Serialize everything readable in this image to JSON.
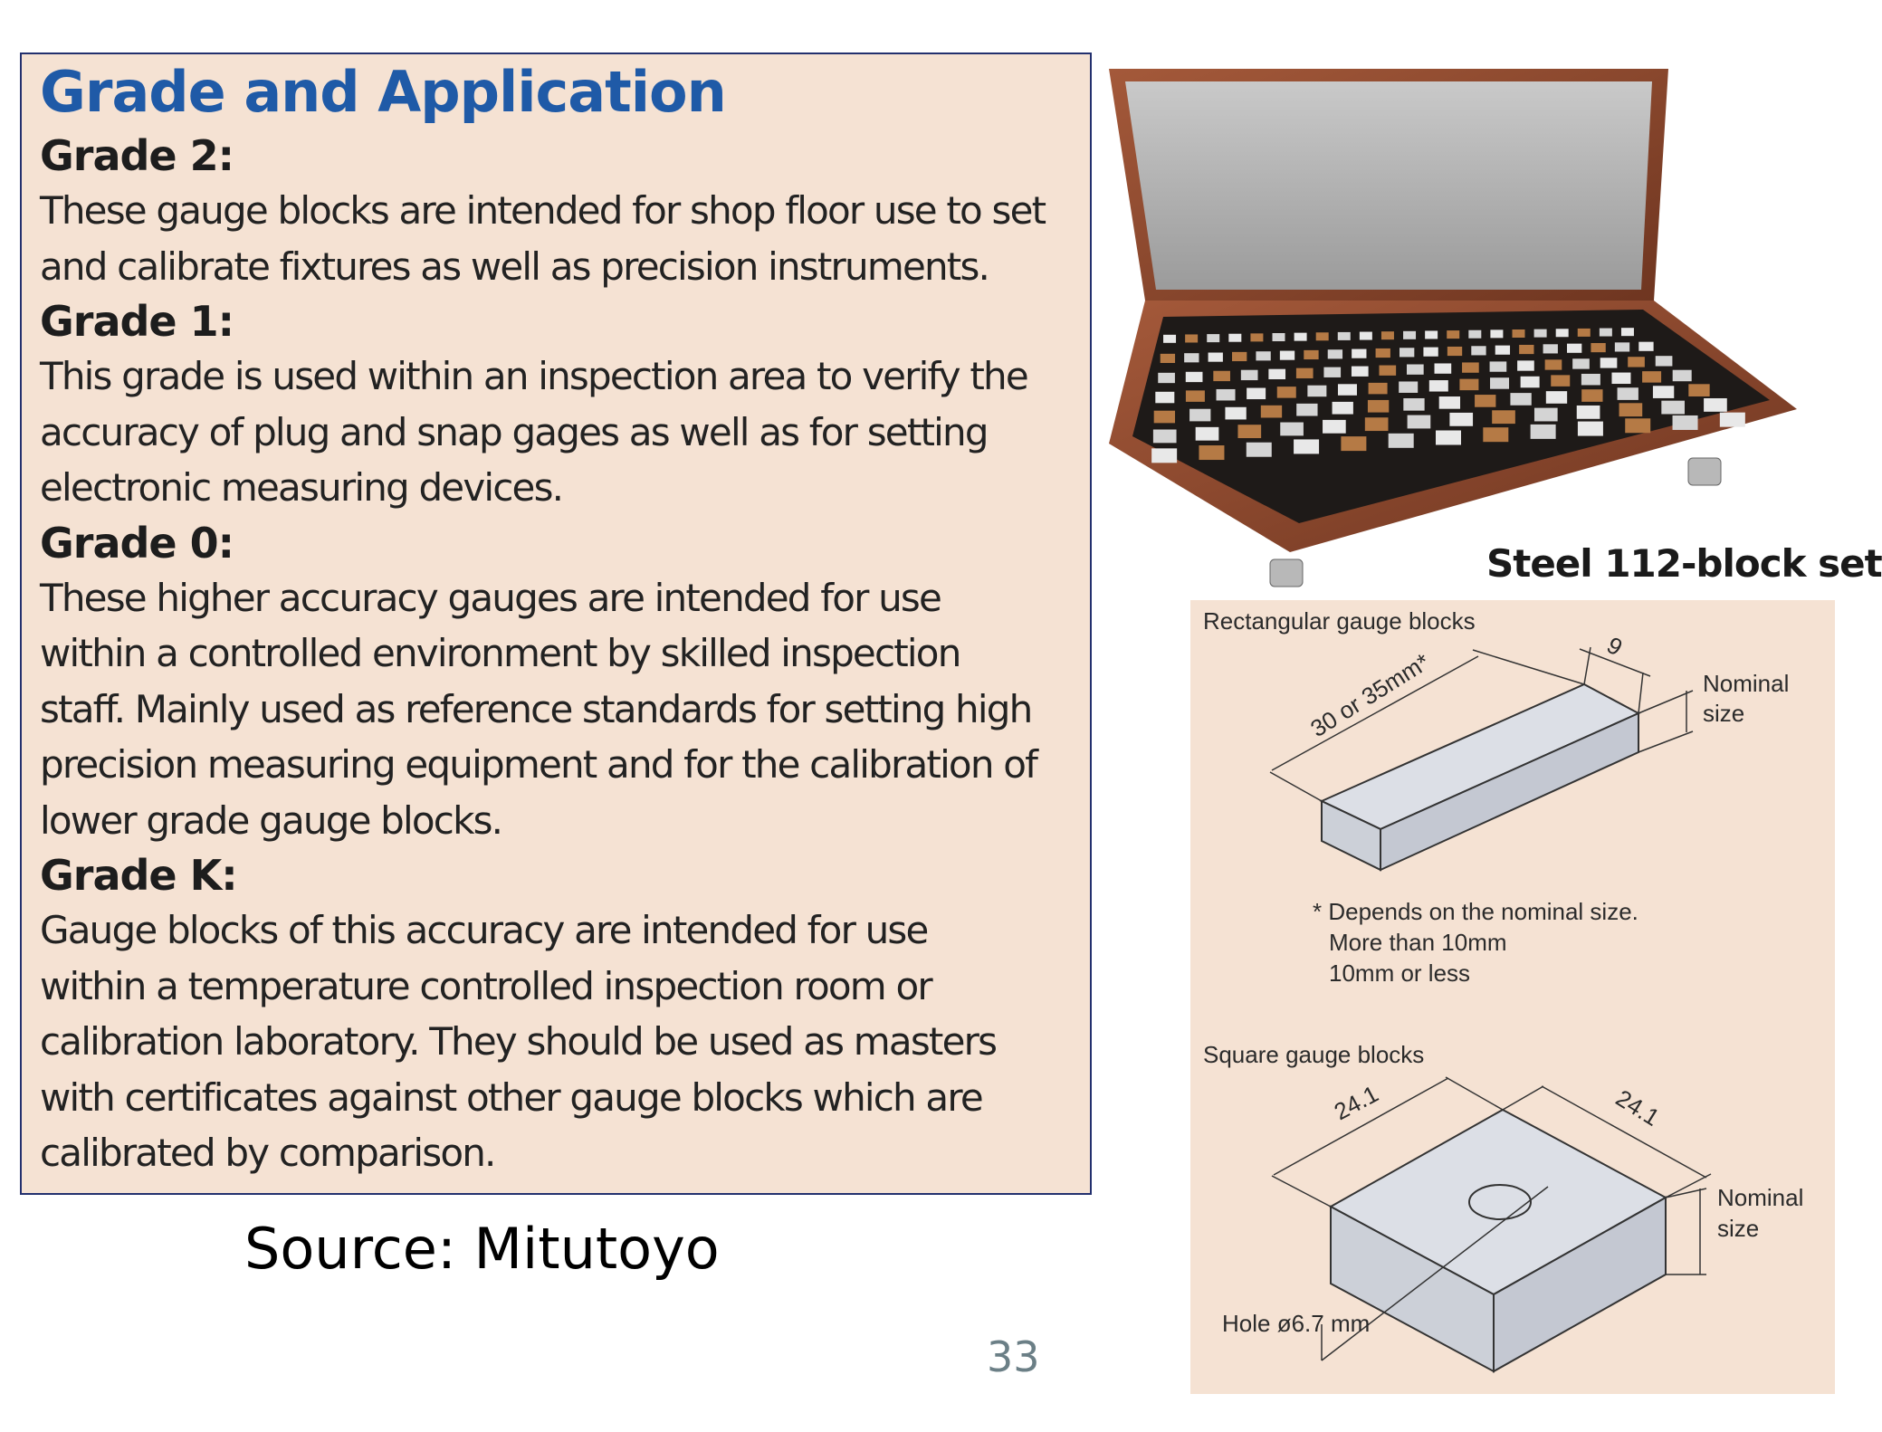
{
  "panel": {
    "title": "Grade and Application",
    "grades": [
      {
        "heading": "Grade 2:",
        "lines": [
          "These gauge blocks are intended for shop floor use to set",
          "and calibrate fixtures as well as precision instruments."
        ]
      },
      {
        "heading": "Grade 1:",
        "lines": [
          "This grade is used within an inspection area to verify the",
          "accuracy of plug and snap gages as well as for setting",
          "electronic measuring devices."
        ]
      },
      {
        "heading": "Grade 0:",
        "lines": [
          "These higher accuracy gauges are intended for use",
          "within a controlled environment by skilled inspection",
          "staff. Mainly used as reference standards for setting high",
          "precision measuring equipment and for the calibration of",
          "lower grade gauge blocks."
        ]
      },
      {
        "heading": "Grade K:",
        "lines": [
          "Gauge blocks of this accuracy are intended for use",
          "within a temperature controlled inspection room or",
          "calibration laboratory. They should be used as masters",
          "with certificates against other gauge blocks which are",
          "calibrated by comparison."
        ]
      }
    ]
  },
  "source": "Source: Mitutoyo",
  "page_number": "33",
  "photo": {
    "caption": "Steel 112-block set"
  },
  "diagram": {
    "rect_title": "Rectangular gauge blocks",
    "rect_length": "30 or 35mm*",
    "rect_width": "9",
    "rect_nominal_1": "Nominal",
    "rect_nominal_2": "size",
    "note_1": "* Depends on the nominal size.",
    "note_2": "More than 10mm",
    "note_3": "10mm or less",
    "square_title": "Square gauge blocks",
    "square_side_a": "24.1",
    "square_side_b": "24.1",
    "square_nominal_1": "Nominal",
    "square_nominal_2": "size",
    "hole_label": "Hole ø6.7 mm"
  },
  "colors": {
    "panel_bg": "#f5e2d3",
    "title_blue": "#1f5aa7",
    "border": "#23306e",
    "case_wood": "#8a4a2c"
  }
}
